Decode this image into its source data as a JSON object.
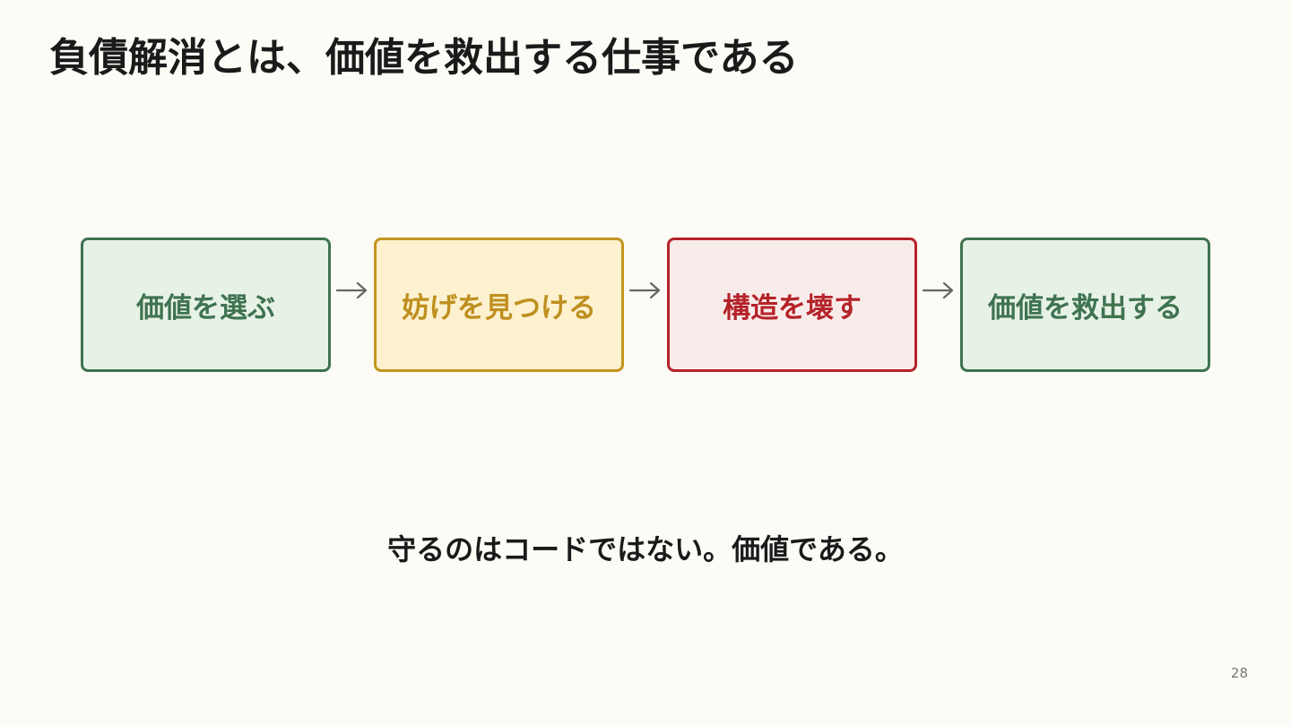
{
  "title": "負債解消とは、価値を救出する仕事である",
  "steps": [
    {
      "label": "価値を選ぶ",
      "text_color": "#3f7350",
      "border_color": "#3f7350",
      "fill_color": "#e7f2e7"
    },
    {
      "label": "妨げを見つける",
      "text_color": "#bf8f1f",
      "border_color": "#c39520",
      "fill_color": "#fdf1cf"
    },
    {
      "label": "構造を壊す",
      "text_color": "#b5232a",
      "border_color": "#b5232a",
      "fill_color": "#f8ecea"
    },
    {
      "label": "価値を救出する",
      "text_color": "#3f7350",
      "border_color": "#3f7350",
      "fill_color": "#e7f2e7"
    }
  ],
  "arrow_color": "#666666",
  "conclusion": "守るのはコードではない。価値である。",
  "page_number": "28"
}
